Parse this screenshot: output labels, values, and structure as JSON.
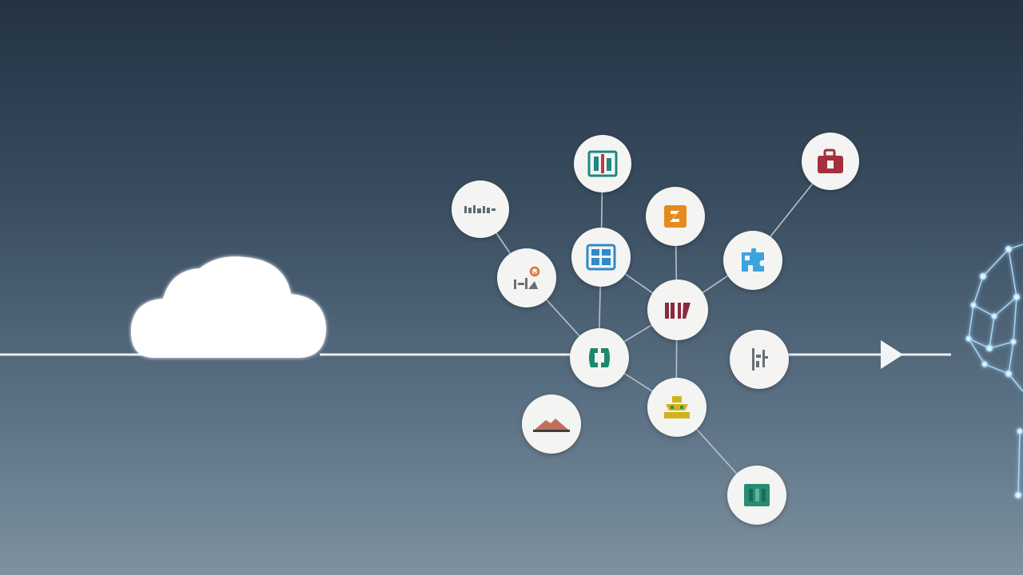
{
  "colors": {
    "background_top": "#233344",
    "background_bottom": "#7d919f",
    "line": "#e8eef3",
    "connector": "#b7c3cc",
    "node_fill": "#f4f4f2",
    "network_glow": "#a9dcff"
  },
  "diagram": {
    "flow": [
      "cloud-icon",
      "service-node-cluster",
      "neural-network-graphic"
    ],
    "nodes": [
      {
        "id": "n-top-tablet",
        "icon": "tablet-app-icon"
      },
      {
        "id": "n-top-right",
        "icon": "briefcase-icon"
      },
      {
        "id": "n-small-text",
        "icon": "text-badge-icon"
      },
      {
        "id": "n-orange",
        "icon": "package-icon"
      },
      {
        "id": "n-blue-grid",
        "icon": "grid-app-icon"
      },
      {
        "id": "n-blue-puzzle",
        "icon": "puzzle-icon"
      },
      {
        "id": "n-chart",
        "icon": "analytics-icon"
      },
      {
        "id": "n-center",
        "icon": "data-hub-icon"
      },
      {
        "id": "n-hub",
        "icon": "hub-icon"
      },
      {
        "id": "n-tool",
        "icon": "tool-icon"
      },
      {
        "id": "n-mountain",
        "icon": "landscape-icon"
      },
      {
        "id": "n-yellow",
        "icon": "storage-icon"
      },
      {
        "id": "n-bottom",
        "icon": "server-icon"
      }
    ]
  }
}
